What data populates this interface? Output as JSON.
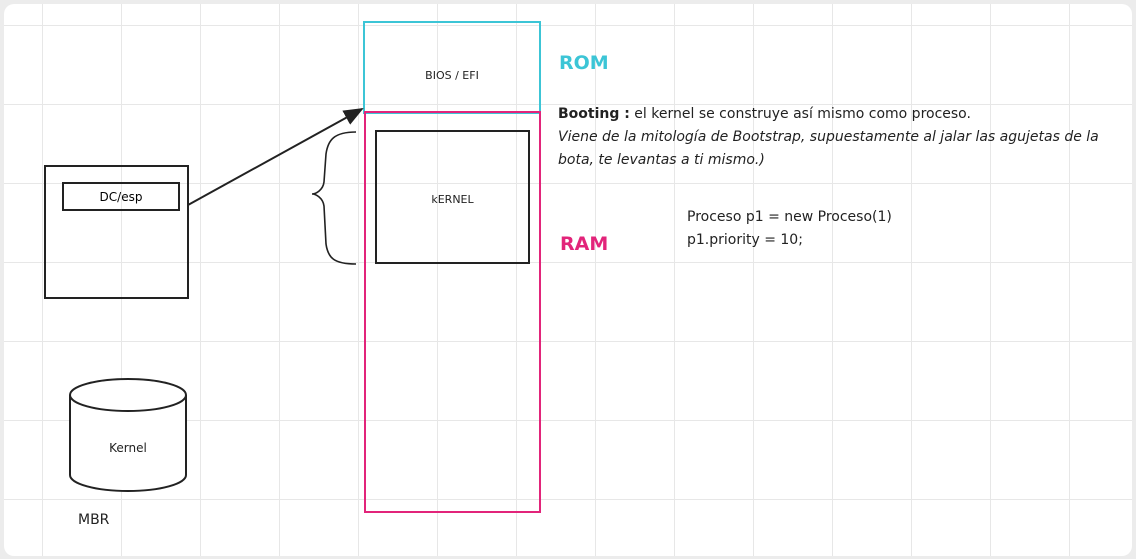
{
  "rom": {
    "title": "ROM",
    "box_label": "BIOS / EFI",
    "color": "#3cc5d6"
  },
  "ram": {
    "title": "RAM",
    "kernel_label": "kERNEL",
    "color": "#e2247a"
  },
  "left": {
    "inner_label": "DC/esp"
  },
  "disk": {
    "label": "Kernel",
    "caption": "MBR"
  },
  "notes": {
    "booting_bold": "Booting :",
    "booting_rest": " el kernel se construye así mismo como proceso.",
    "italic": "Viene de la mitología de Bootstrap, supuestamente al jalar las agujetas de la bota, te levantas a ti mismo.)"
  },
  "code": {
    "line1": "Proceso p1 = new Proceso(1)",
    "line2": "p1.priority = 10;"
  }
}
